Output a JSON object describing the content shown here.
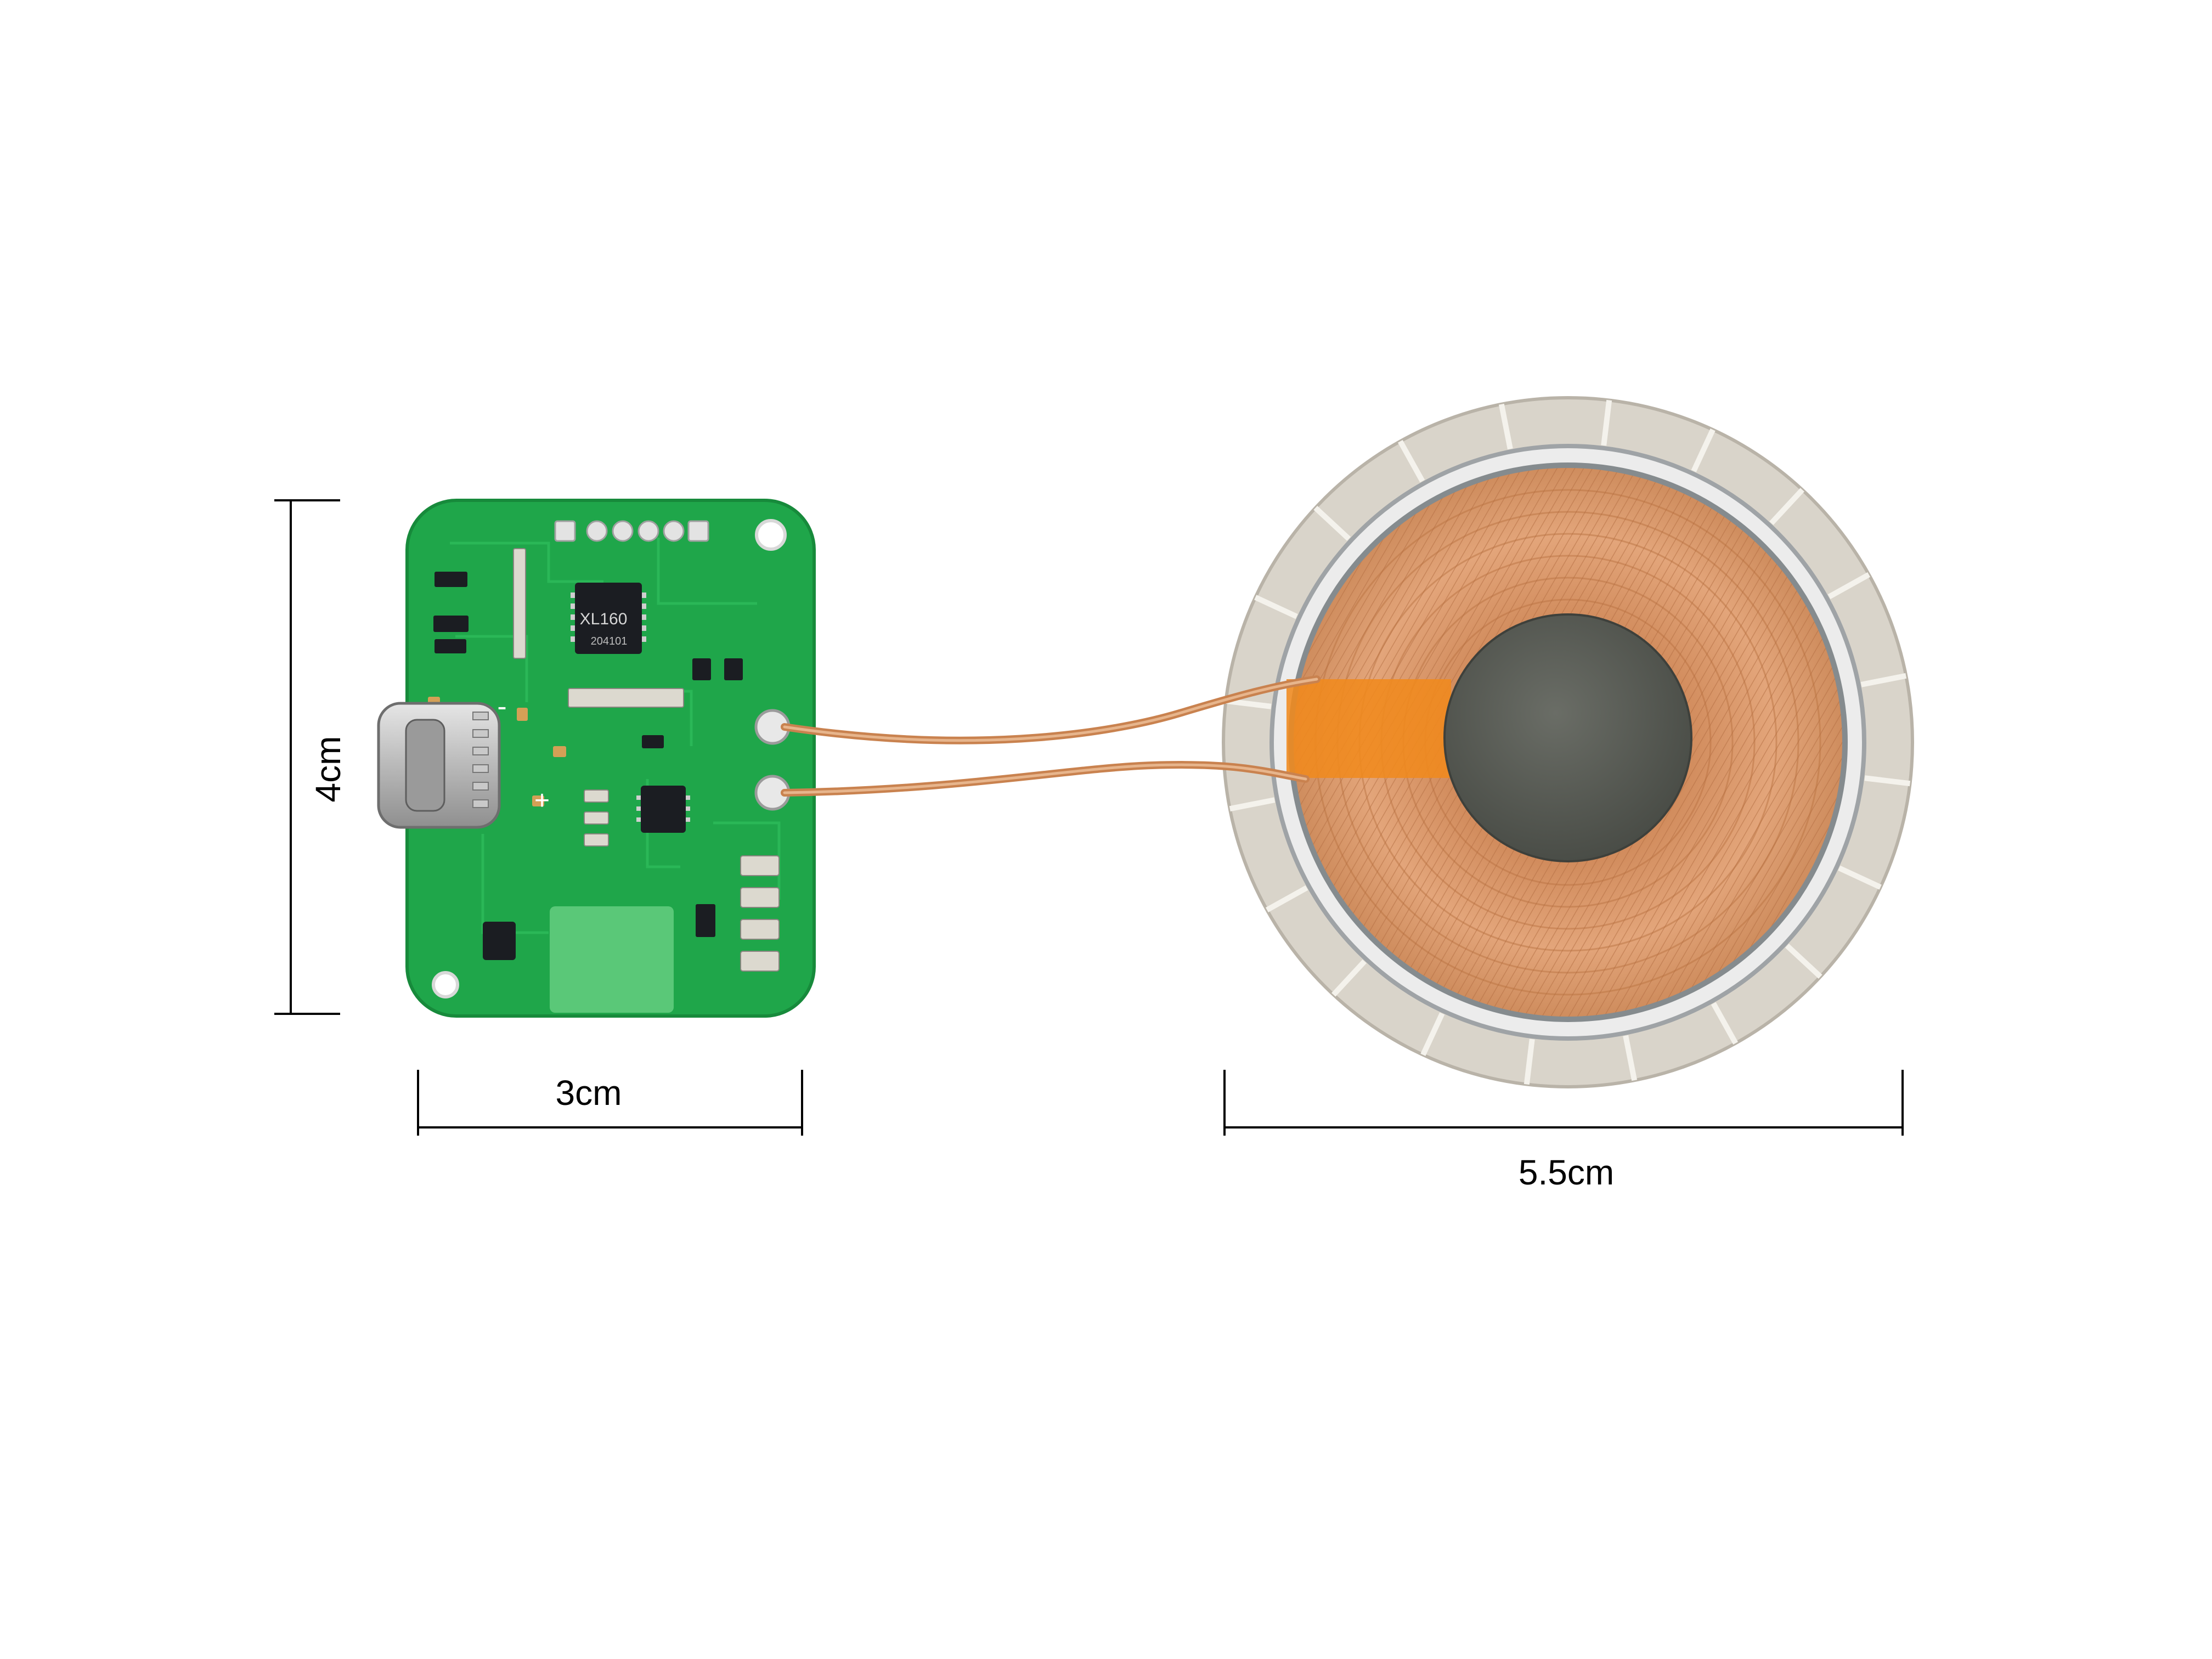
{
  "dimensions": {
    "board_height": "4cm",
    "board_width": "3cm",
    "coil_diameter": "5.5cm"
  },
  "chips": {
    "main_chip_line1": "XL160",
    "main_chip_line2": "204101"
  },
  "board_marks": {
    "minus": "-",
    "plus": "+"
  },
  "colors": {
    "pcb_green": "#1fa64a",
    "copper": "#d99a6c",
    "magnet_ring": "#d9d4ca",
    "ferrite_core": "#5a5d56",
    "kapton_tape": "#f08a1e",
    "chip_black": "#1b1d22",
    "dimension_line": "#000000"
  }
}
